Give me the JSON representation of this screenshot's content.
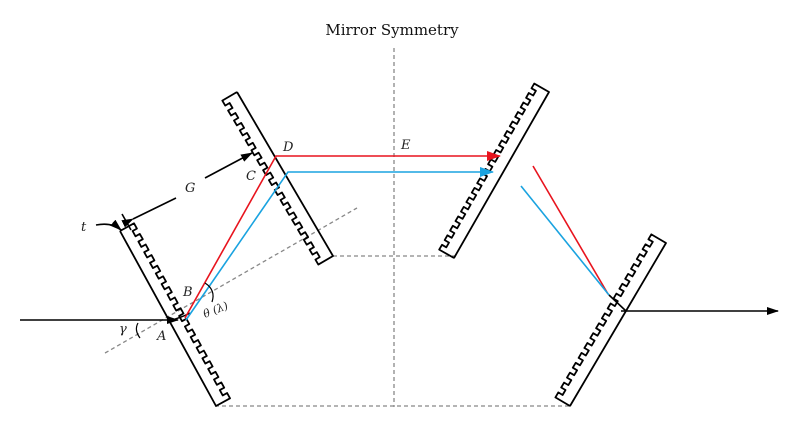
{
  "title": "Mirror Symmetry",
  "labels": {
    "A": "A",
    "B": "B",
    "C": "C",
    "D": "D",
    "E": "E",
    "G": "G",
    "t": "t",
    "gamma": "γ",
    "theta": "θ (λ)"
  },
  "colors": {
    "red_beam": "#e8141e",
    "blue_beam": "#1aa3e0",
    "outline": "#000000",
    "guide": "#888888"
  },
  "elements": {
    "gratings": [
      "grating-1",
      "grating-2",
      "grating-3",
      "grating-4"
    ],
    "beams": [
      "input-beam",
      "red-beam",
      "blue-beam",
      "output-beam"
    ],
    "guides": [
      "symmetry-axis",
      "grating-normal",
      "bottom-baseline",
      "middle-baseline"
    ]
  }
}
